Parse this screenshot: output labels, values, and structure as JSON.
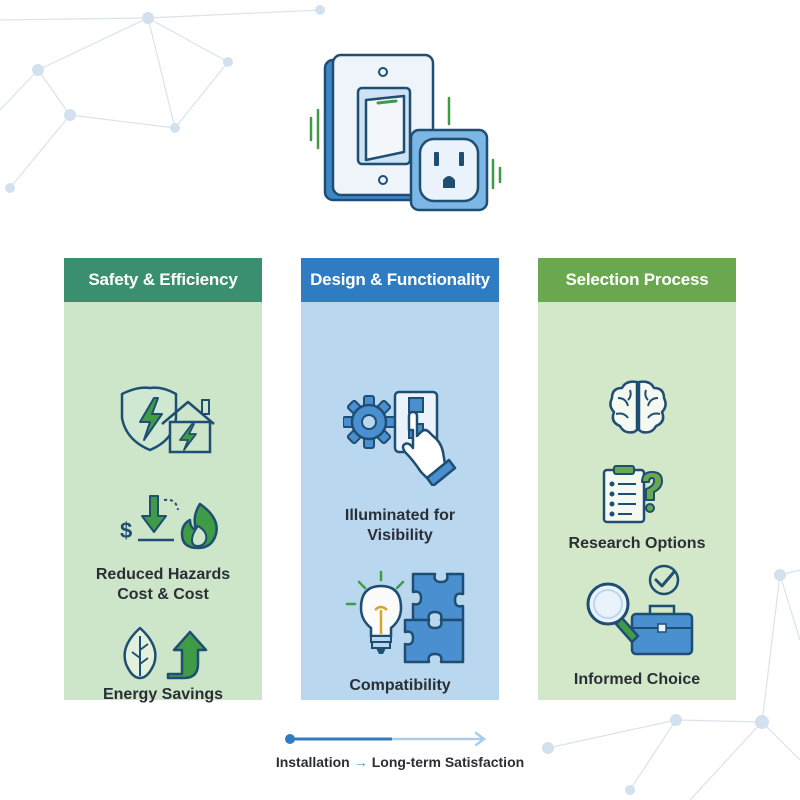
{
  "colors": {
    "green_header": "#3a8f6e",
    "green_panel": "#cde5c9",
    "blue_header": "#2f7cc2",
    "blue_panel": "#b9d7ef",
    "lime_header": "#6aa84f",
    "lime_panel": "#d3e7c9",
    "ink": "#1f4e73",
    "accent_green": "#3f9b45"
  },
  "columns": [
    {
      "title": "Safety & Efficiency",
      "items": [
        {
          "icon": "shield-lightning-home-icon",
          "label": ""
        },
        {
          "icon": "cost-down-fire-icon",
          "label": "Reduced Hazards\nCost & Cost"
        },
        {
          "icon": "leaf-growth-arrow-icon",
          "label": "Energy Savings"
        }
      ]
    },
    {
      "title": "Design & Functionality",
      "items": [
        {
          "icon": "gear-switch-hand-icon",
          "label": "Illuminated for\nVisibility"
        },
        {
          "icon": "lightbulb-puzzle-icon",
          "label": "Compatibility"
        }
      ]
    },
    {
      "title": "Selection Process",
      "items": [
        {
          "icon": "brain-icon",
          "label": ""
        },
        {
          "icon": "clipboard-question-icon",
          "label": "Research Options"
        },
        {
          "icon": "magnifier-briefcase-check-icon",
          "label": "Informed Choice"
        }
      ]
    }
  ],
  "footer": {
    "start": "Installation",
    "end": "Long-term Satisfaction"
  }
}
